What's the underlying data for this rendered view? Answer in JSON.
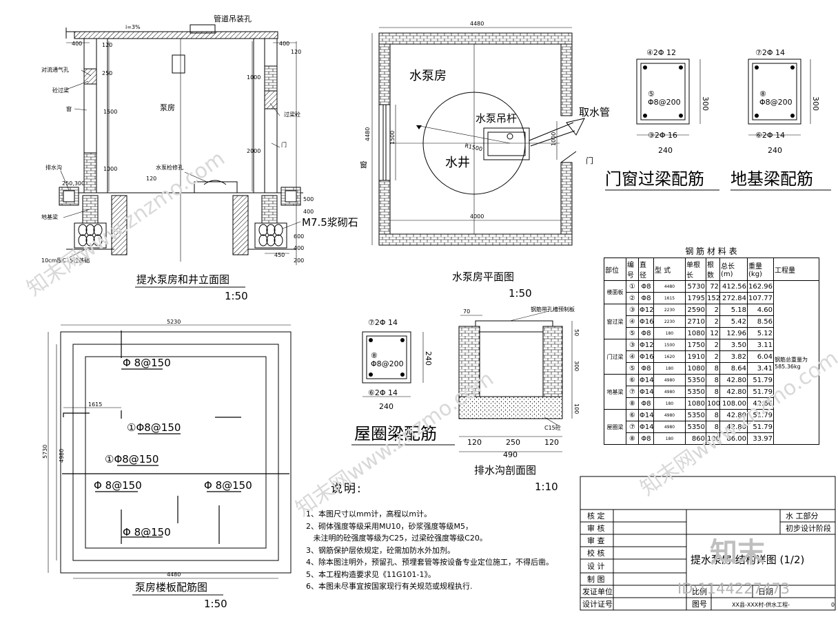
{
  "elevation": {
    "title": "提水泵房和井立面图",
    "scale": "1:50",
    "labels": {
      "pipe_hole": "管道吊装孔",
      "slope": "i=3%",
      "vent": "对流通气孔",
      "lintel_l": "砼过梁",
      "window": "窗",
      "room": "泵房",
      "lintel_r": "过梁砼",
      "door": "门",
      "drain": "排水沟",
      "pump_hole": "水泵检修孔",
      "foundation_beam": "地基梁",
      "mortar": "M7.5浆砌石",
      "base": "10cm厚C15砼基础"
    },
    "dims": [
      "400",
      "120",
      "400",
      "120",
      "250",
      "1000",
      "1500",
      "2000",
      "1000",
      "120",
      "250,300",
      "500",
      "400",
      "600",
      "450",
      "400",
      "200"
    ]
  },
  "plan": {
    "title": "水泵房平面图",
    "scale": "1:50",
    "labels": {
      "room": "水泵房",
      "pole": "水泵吊杆",
      "inlet": "取水管",
      "well": "水井",
      "window": "窗",
      "door": "门",
      "radius": "R1500"
    },
    "dims": [
      "4480",
      "4000",
      "4480",
      "1500",
      "1000"
    ]
  },
  "lintel_detail": {
    "title": "门窗过梁配筋",
    "top": "④2Φ 12",
    "stirrup": "⑤\nΦ8@200",
    "bottom": "③2Φ 16",
    "width": "240",
    "height": "300"
  },
  "footbeam_detail": {
    "title": "地基梁配筋",
    "top": "⑦2Φ 14",
    "stirrup": "⑧\nΦ8@200",
    "bottom": "⑥2Φ 14",
    "width": "240",
    "height": "300"
  },
  "ringbeam_detail": {
    "title": "屋圈梁配筋",
    "top": "⑦2Φ 14",
    "stirrup": "⑧\nΦ8@200",
    "bottom": "⑥2Φ 14",
    "width": "240",
    "height": "240"
  },
  "trench": {
    "title": "排水沟剖面图",
    "scale": "1:10",
    "label_top": "钢筋带孔槽预制板",
    "label_c15": "C15砼",
    "dims": [
      "70",
      "120",
      "250",
      "120",
      "490",
      "50",
      "300",
      "100"
    ]
  },
  "slab": {
    "title": "泵房楼板配筋图",
    "scale": "1:50",
    "labels": [
      "Φ 8@150",
      "①Φ8@150",
      "①Φ8@150",
      "Φ 8@150",
      "Φ 8@150",
      "Φ 8@150"
    ],
    "dims": [
      "5230",
      "1615",
      "5730",
      "4980",
      "4480"
    ]
  },
  "rebar_table": {
    "title": "钢 筋 材 料 表",
    "headers": [
      "部位",
      "编号",
      "直径",
      "型 式",
      "单根长",
      "根数",
      "总长(m)",
      "重量(kg)",
      "工程量"
    ],
    "groups": [
      {
        "part": "楼面板",
        "rows": [
          [
            "①",
            "Φ8",
            "4480",
            "5730",
            "72",
            "412.56",
            "162.96"
          ],
          [
            "②",
            "Φ8",
            "1615",
            "1795",
            "152",
            "272.84",
            "107.77"
          ]
        ]
      },
      {
        "part": "窗过梁",
        "rows": [
          [
            "③",
            "Φ12",
            "2230",
            "2590",
            "2",
            "5.18",
            "4.60"
          ],
          [
            "④",
            "Φ16",
            "2230",
            "2710",
            "2",
            "5.42",
            "8.56"
          ],
          [
            "⑤",
            "Φ8",
            "180",
            "1080",
            "12",
            "12.96",
            "5.12"
          ]
        ]
      },
      {
        "part": "门过梁",
        "rows": [
          [
            "③",
            "Φ12",
            "1500",
            "1750",
            "2",
            "3.50",
            "3.11"
          ],
          [
            "④",
            "Φ16",
            "1620",
            "1910",
            "2",
            "3.82",
            "6.04"
          ],
          [
            "⑤",
            "Φ8",
            "180",
            "1080",
            "8",
            "8.64",
            "3.41"
          ]
        ]
      },
      {
        "part": "地基梁",
        "rows": [
          [
            "⑥",
            "Φ14",
            "4980",
            "5350",
            "8",
            "42.80",
            "51.79"
          ],
          [
            "⑦",
            "Φ14",
            "4980",
            "5350",
            "8",
            "42.80",
            "51.79"
          ],
          [
            "⑧",
            "Φ8",
            "180",
            "1080",
            "100",
            "108.00",
            "42.66"
          ]
        ]
      },
      {
        "part": "屋圈梁",
        "rows": [
          [
            "⑥",
            "Φ14",
            "4980",
            "5350",
            "8",
            "42.80",
            "51.79"
          ],
          [
            "⑦",
            "Φ14",
            "4980",
            "5350",
            "8",
            "42.80",
            "51.79"
          ],
          [
            "⑧",
            "Φ8",
            "180",
            "860",
            "100",
            "86.00",
            "33.97"
          ]
        ]
      }
    ],
    "total_note": "钢筋总重量为585.36kg"
  },
  "notes": {
    "title": "说明:",
    "items": [
      "1、本图尺寸以mm计，高程以m计。",
      "2、砌体强度等级采用MU10，砂浆强度等级M5，",
      "   未注明的砼强度等级为C25，过梁砼强度等级C20。",
      "3、钢筋保护层依规定，砼需加防水外加剂。",
      "4、除本图注明外，预留孔、预埋套管等按设备专业定位施工，不得后凿。",
      "5、本工程构造要求见《11G101-1》。",
      "6、本图未尽事宜按国家现行有关规范或规程执行."
    ]
  },
  "titleblock": {
    "rows": [
      "核 定",
      "审 核",
      "审 查",
      "校 核",
      "设 计",
      "制 图",
      "发证单位",
      "设计证号"
    ],
    "dept": "水    工部分",
    "stage": "初步设计阶段",
    "drawing_title": "提水泵房 结构详图 (1/2)",
    "scale_label": "比例",
    "date_label": "日期",
    "no_label": "图号",
    "project": "XX县-XXX村-供水工程-",
    "end_mark": "0"
  },
  "watermark": {
    "brand": "知末",
    "id": "ID:1144227473",
    "site": "知末网www.znzmo.com"
  }
}
